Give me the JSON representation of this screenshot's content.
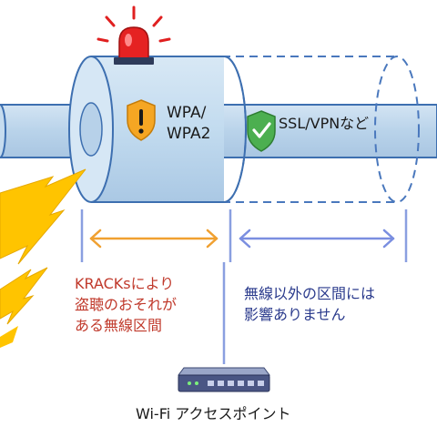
{
  "protected_segment": {
    "label_line1": "WPA/",
    "label_line2": "WPA2",
    "icon": "warning-shield-icon",
    "icon_color": "#f5a623"
  },
  "safe_segment": {
    "label": "SSL/VPNなど",
    "icon": "check-shield-icon",
    "icon_color": "#4caf50"
  },
  "alarm": {
    "icon": "siren-icon",
    "color": "#e02020"
  },
  "attack": {
    "icon": "lightning-icon",
    "color": "#ffc400"
  },
  "krack_range": {
    "line1": "KRACKsにより",
    "line2": "盗聴のおそれが",
    "line3": "ある無線区間",
    "color": "#c0392b",
    "arrow_color": "#f0a030"
  },
  "unaffected_range": {
    "line1": "無線以外の区間には",
    "line2": "影響ありません",
    "color": "#2a3a8c",
    "arrow_color": "#7a8ee0"
  },
  "access_point": {
    "label": "Wi-Fi アクセスポイント",
    "icon": "router-icon"
  },
  "colors": {
    "pipe_fill": "#bcd6ec",
    "pipe_stroke": "#3d6fb0",
    "tick_color": "#8a9fe0"
  }
}
